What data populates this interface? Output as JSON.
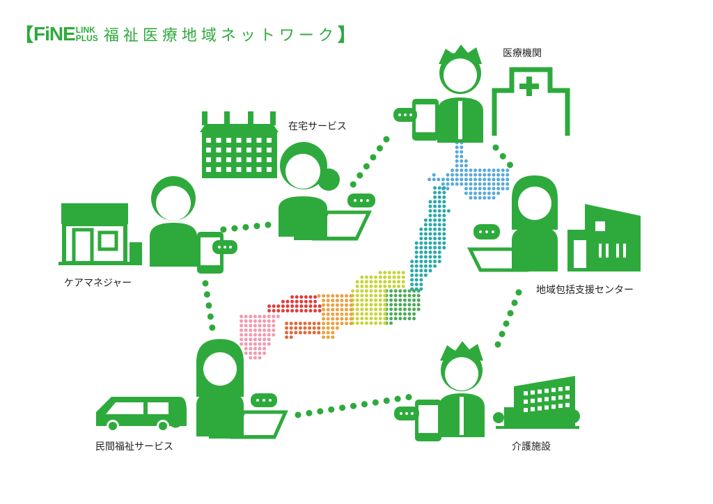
{
  "header": {
    "bracket_open": "【",
    "logo_main": "FiNE",
    "logo_top": "LINK",
    "logo_bottom": "PLUS",
    "title": "福祉医療地域ネットワーク",
    "bracket_close": "】"
  },
  "nodes": {
    "medical": "医療機関",
    "home_service": "在宅サービス",
    "care_manager": "ケアマネジャー",
    "regional_center": "地域包括支援センター",
    "care_facility": "介護施設",
    "private_welfare": "民間福祉サービス"
  },
  "colors": {
    "brand": "#2eaa3c",
    "hokkaido": "#5aa9dc",
    "tohoku": "#2aa8a8",
    "kanto": "#4daa5a",
    "chubu": "#c8d43a",
    "kansai": "#eda040",
    "chugoku": "#e23c3c",
    "shikoku": "#e06a3a",
    "kyushu": "#f29ab0"
  }
}
